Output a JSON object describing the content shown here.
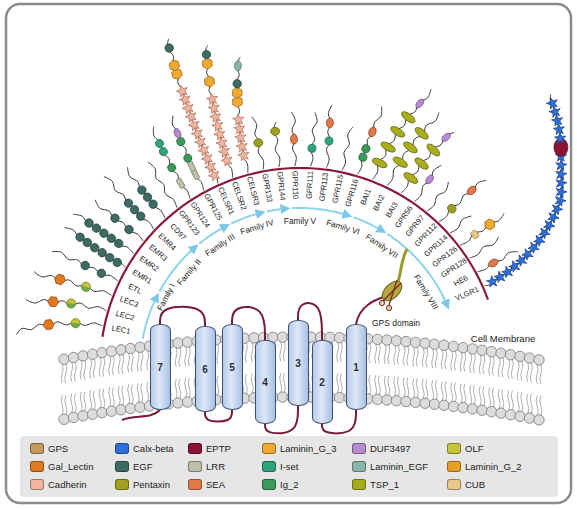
{
  "diagram": {
    "nodes": [
      {
        "text": [
          "7"
        ]
      },
      {
        "text": [
          "6"
        ]
      },
      {
        "text": [
          "5"
        ]
      },
      {
        "text": [
          "4"
        ]
      },
      {
        "text": [
          "3"
        ]
      },
      {
        "text": [
          "2"
        ]
      },
      {
        "text": [
          "1"
        ]
      }
    ],
    "edges": [
      {
        "from": 6,
        "to": 5,
        "arrow": "none"
      },
      {
        "from": 5,
        "to": 4,
        "arrow": "none"
      },
      {
        "from": 4,
        "to": 3,
        "arrow": "none"
      },
      {
        "from": 3,
        "to": 2,
        "arrow": "none"
      },
      {
        "from": 2,
        "to": 1,
        "arrow": "none"
      },
      {
        "from": 1,
        "to": 0,
        "arrow": "none"
      }
    ],
    "labels": [
      "LEC1",
      "LEC2",
      "LEC3",
      "ETL",
      "EMR1",
      "EMR2",
      "EMR3",
      "EMR4",
      "CD97",
      "GPR123",
      "GPR124",
      "GPR125",
      "CELSR1",
      "CELSR2",
      "CELSR3",
      "GPR133",
      "GPR144",
      "GPR110",
      "GPR111",
      "GPR113",
      "GPR115",
      "GPR116",
      "BAI1",
      "BAI2",
      "BAI3",
      "GPR56",
      "GPR97",
      "GPR112",
      "GPR114",
      "GPR126",
      "GPR128",
      "HE6",
      "VLGR1",
      "Family I",
      "Family II",
      "Family III",
      "Family IV",
      "Family V",
      "Family VI",
      "Family VII",
      "Family VIII",
      "GPS domain",
      "Cell Membrane"
    ],
    "legend": [
      {
        "text": "GPS",
        "color": "#c49a5c"
      },
      {
        "text": "Calx-beta",
        "color": "#2f6fd8"
      },
      {
        "text": "EPTP",
        "color": "#8b1434"
      },
      {
        "text": "Laminin_G_3",
        "color": "#f0a830"
      },
      {
        "text": "DUF3497",
        "color": "#b68bd0"
      },
      {
        "text": "OLF",
        "color": "#c7c43a"
      },
      {
        "text": "Gal_Lectin",
        "color": "#e07a20"
      },
      {
        "text": "EGF",
        "color": "#3d6b63"
      },
      {
        "text": "LRR",
        "color": "#bfc0a8"
      },
      {
        "text": "I-set",
        "color": "#2fa47a"
      },
      {
        "text": "Laminin_EGF",
        "color": "#8ab5aa"
      },
      {
        "text": "Laminin_G_2",
        "color": "#e8a020"
      },
      {
        "text": "Cadherin",
        "color": "#f0b4a0"
      },
      {
        "text": "Pentaxin",
        "color": "#a0a020"
      },
      {
        "text": "SEA",
        "color": "#e0784a"
      },
      {
        "text": "Ig_2",
        "color": "#3a9a5a"
      },
      {
        "text": "TSP_1",
        "color": "#a8ad1e"
      },
      {
        "text": "CUB",
        "color": "#e8c98a"
      }
    ]
  }
}
